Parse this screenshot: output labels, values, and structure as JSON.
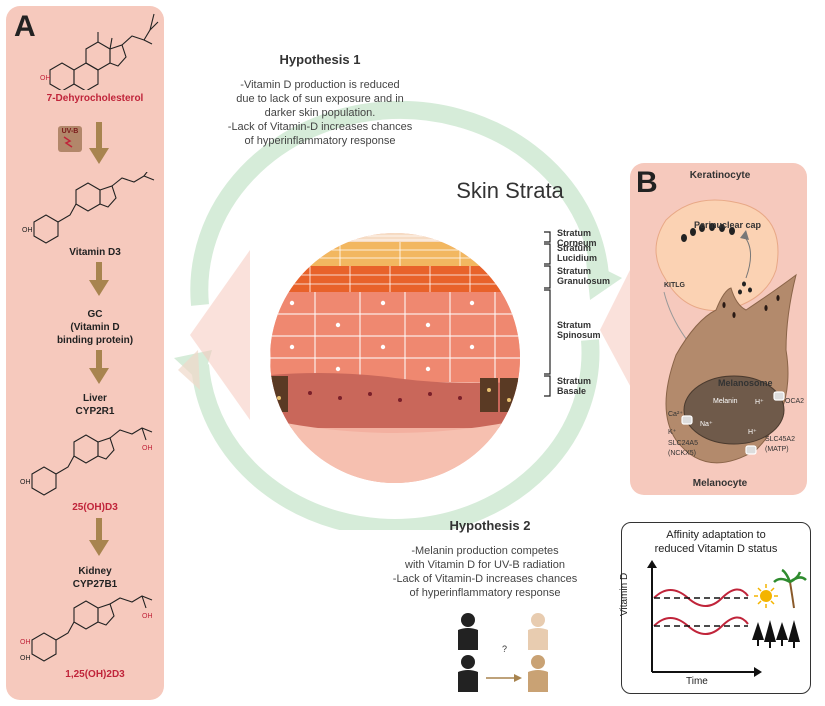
{
  "panel_a": {
    "letter": "A",
    "compound_1": "7-Dehyrocholesterol",
    "uvb_tag": "UV-B",
    "compound_2": "Vitamin D3",
    "protein_line1": "GC",
    "protein_line2": "(Vitamin D",
    "protein_line3": "binding protein)",
    "liver_line1": "Liver",
    "liver_line2": "CYP2R1",
    "compound_3": "25(OH)D3",
    "kidney_line1": "Kidney",
    "kidney_line2": "CYP27B1",
    "compound_4": "1,25(OH)2D3",
    "atom_oh": "OH",
    "atom_h": "H"
  },
  "hypothesis_1": {
    "title": "Hypothesis 1",
    "lines": [
      "-Vitamin D production is reduced",
      "due to lack of sun exposure and in",
      "darker skin population.",
      "-Lack of Vitamin-D increases chances",
      "of hyperinflammatory response"
    ]
  },
  "hypothesis_2": {
    "title": "Hypothesis 2",
    "lines": [
      "-Melanin production competes",
      "with Vitamin D for UV-B radiation",
      "-Lack of Vitamin-D increases chances",
      "of hyperinflammatory response"
    ],
    "question_mark": "?"
  },
  "skin": {
    "title": "Skin Strata",
    "strata": [
      [
        "Stratum",
        "Corneum"
      ],
      [
        "Stratum",
        "Lucidium"
      ],
      [
        "Stratum",
        "Granulosum"
      ],
      [
        "Stratum",
        "Spinosum"
      ],
      [
        "Stratum",
        "Basale"
      ]
    ]
  },
  "panel_b": {
    "letter": "B",
    "keratinocyte": "Keratinocyte",
    "perinuclear_cap": "Perinuclear cap",
    "kitlg": "KITLG",
    "melanosome": "Melanosome",
    "melanin": "Melanin",
    "h_plus_1": "H⁺",
    "h_plus_2": "H⁺",
    "oca2": "OCA2",
    "ca": "Ca²⁺",
    "k": "K⁺",
    "na": "Na⁺",
    "slc24a5_line1": "SLC24A5",
    "slc24a5_line2": "(NCKX5)",
    "slc45a2_line1": "SLC45A2",
    "slc45a2_line2": "(MATP)",
    "melanocyte": "Melanocyte"
  },
  "inset": {
    "title_line1": "Affinity adaptation to",
    "title_line2": "reduced Vitamin D status",
    "y_axis": "Vitamin D",
    "x_axis": "Time"
  },
  "colors": {
    "panel_bg": "#f6c9bd",
    "arrow_brown": "#a8844f",
    "cycle_green": "#d6ecd9",
    "compound_red": "#c0243a"
  }
}
